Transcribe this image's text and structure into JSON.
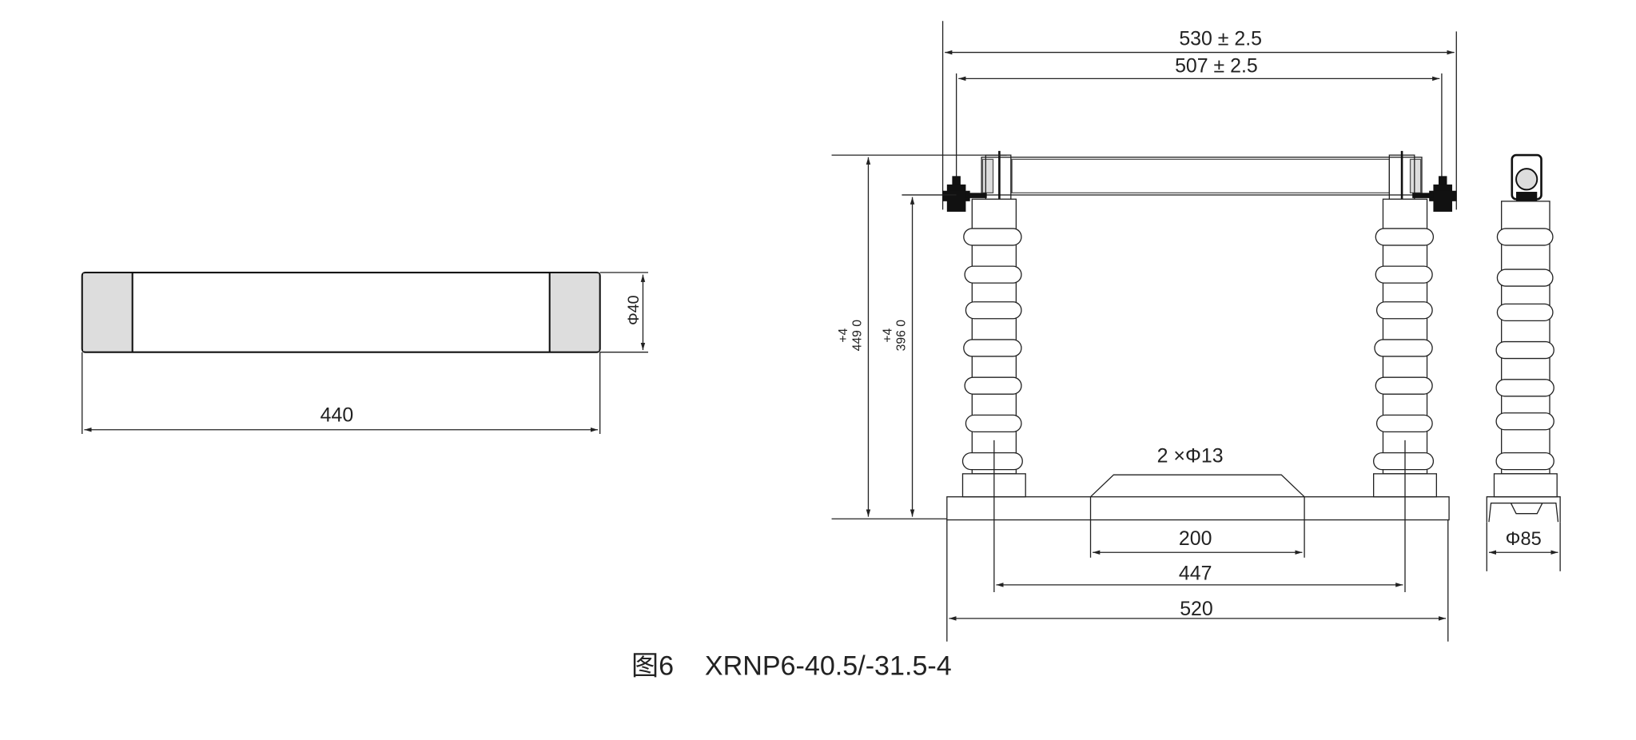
{
  "left_view": {
    "length_dim": "440",
    "diameter_dim": "Φ40"
  },
  "front_view": {
    "overall_length_dim": "530 ± 2.5",
    "contact_length_dim": "507 ± 2.5",
    "total_height_tol": "+4",
    "total_height_dim": "449 0",
    "contact_height_tol": "+4",
    "contact_height_dim": "396 0",
    "mounting_holes": "2 ×Φ13",
    "hole_spacing_dim": "200",
    "post_spacing_dim": "447",
    "base_length_dim": "520"
  },
  "side_view": {
    "base_diameter_dim": "Φ85"
  },
  "caption": {
    "figure": "图6",
    "model": "XRNP6-40.5/-31.5-4"
  },
  "colors": {
    "line": "#222222",
    "cap_fill": "#dddddd"
  }
}
